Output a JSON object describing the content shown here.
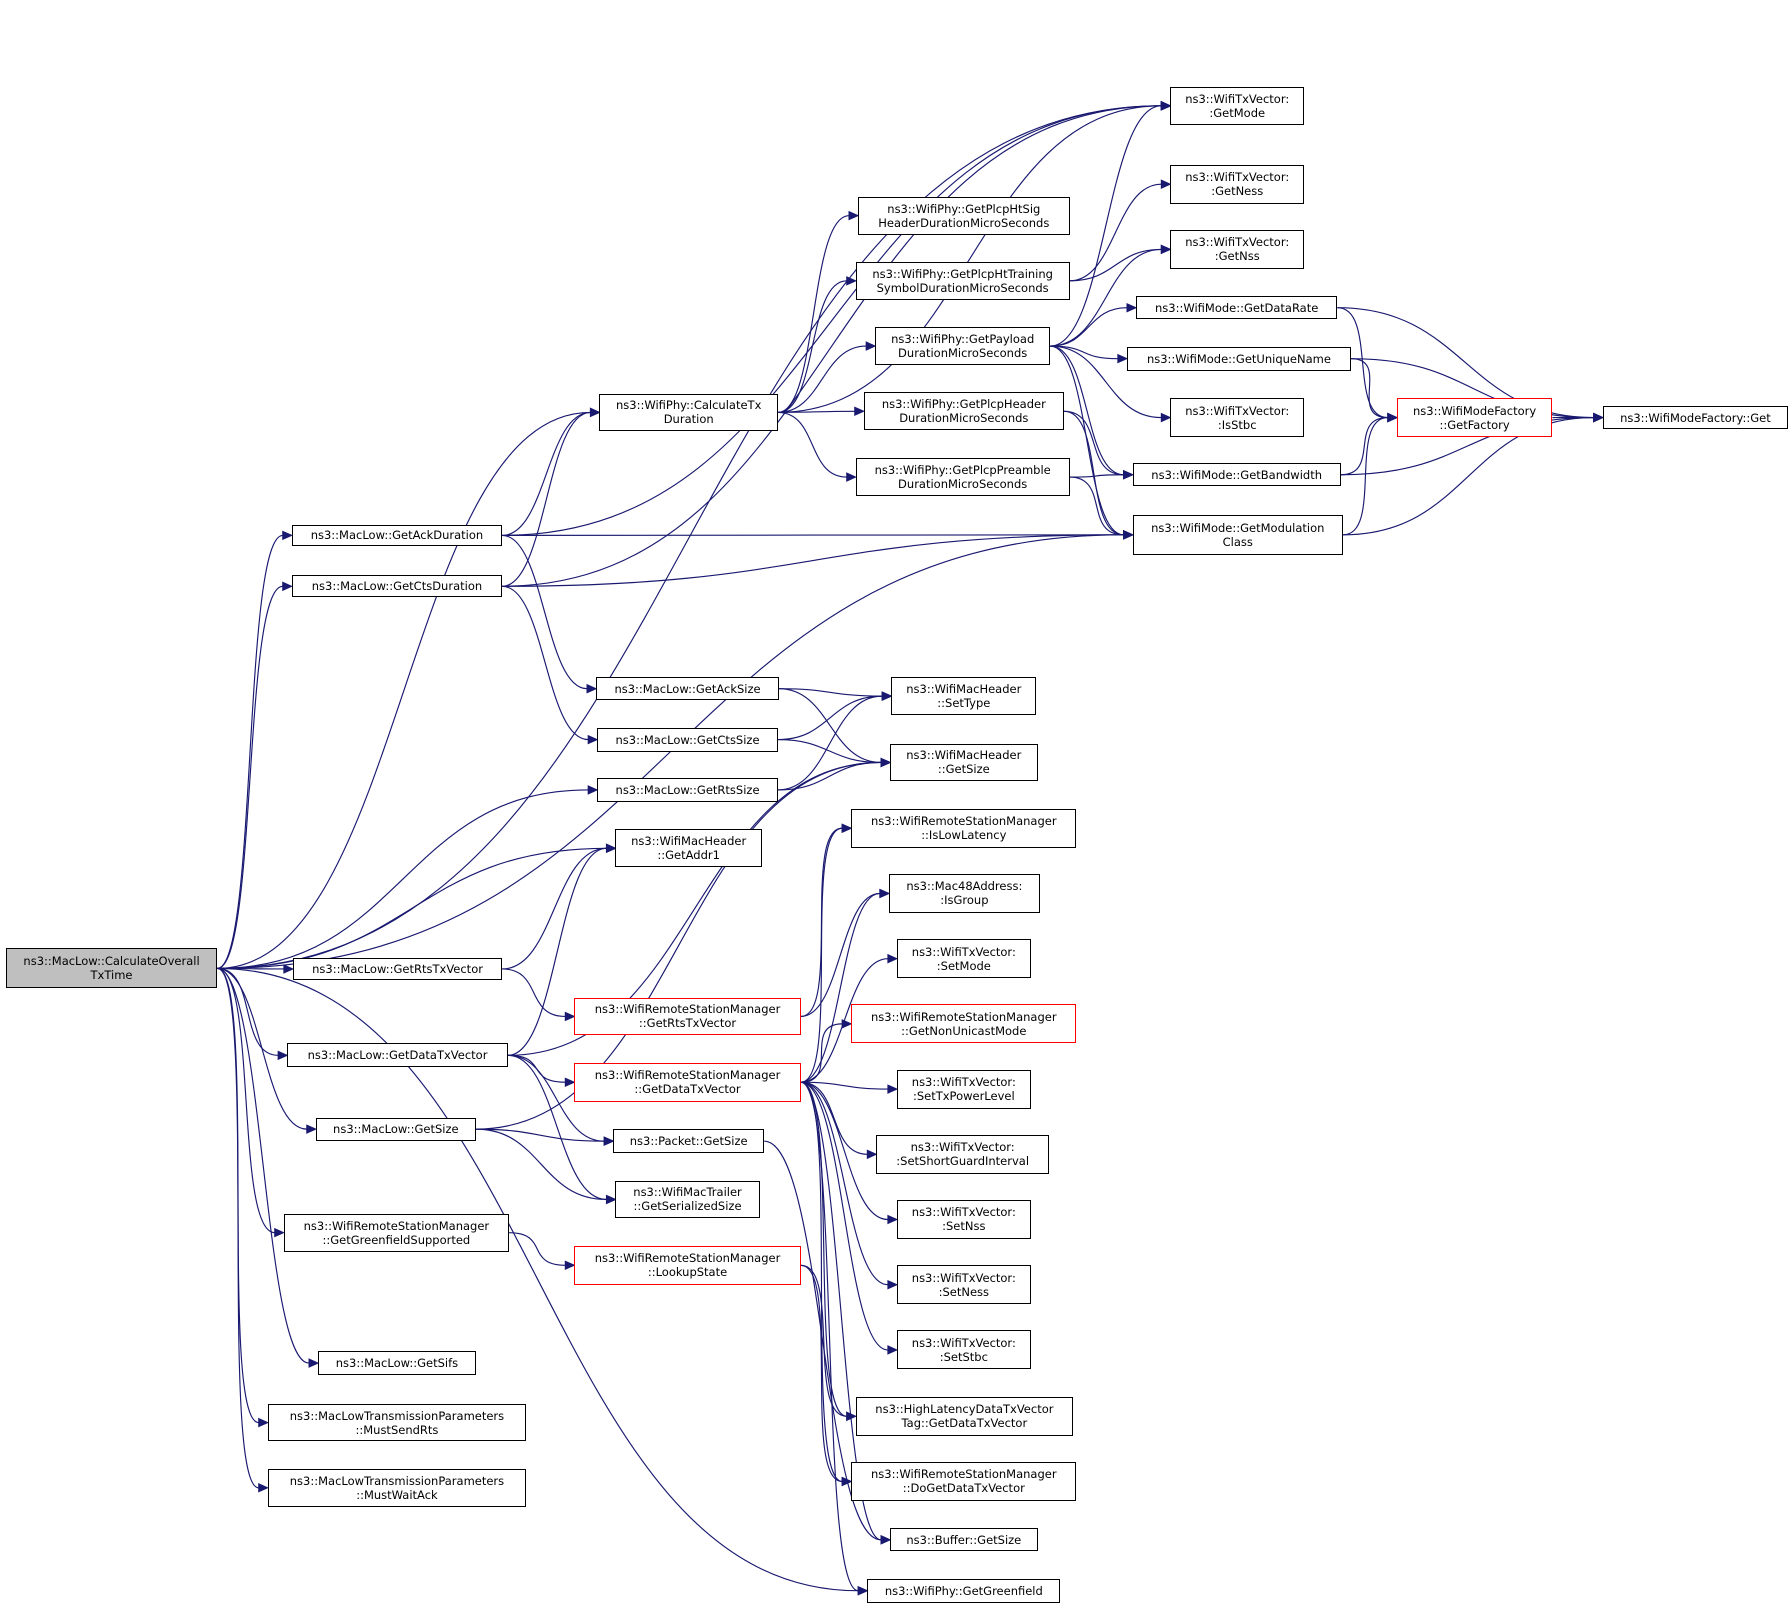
{
  "colors": {
    "edge": "#191970",
    "node_border": "#000000",
    "node_border_truncated": "#ff0000",
    "root_fill": "#bfbfbf",
    "background": "#ffffff"
  },
  "nodes": {
    "calcOverall": {
      "lines": [
        "ns3::MacLow::CalculateOverall",
        "TxTime"
      ],
      "root": true
    },
    "getAckDuration": {
      "lines": [
        "ns3::MacLow::GetAckDuration"
      ]
    },
    "getCtsDuration": {
      "lines": [
        "ns3::MacLow::GetCtsDuration"
      ]
    },
    "getRtsTxVector": {
      "lines": [
        "ns3::MacLow::GetRtsTxVector"
      ]
    },
    "getDataTxVector": {
      "lines": [
        "ns3::MacLow::GetDataTxVector"
      ]
    },
    "getSizeMacLow": {
      "lines": [
        "ns3::MacLow::GetSize"
      ]
    },
    "getGreenfieldSupported": {
      "lines": [
        "ns3::WifiRemoteStationManager",
        "::GetGreenfieldSupported"
      ]
    },
    "getSifs": {
      "lines": [
        "ns3::MacLow::GetSifs"
      ]
    },
    "mustSendRts": {
      "lines": [
        "ns3::MacLowTransmissionParameters",
        "::MustSendRts"
      ]
    },
    "mustWaitAck": {
      "lines": [
        "ns3::MacLowTransmissionParameters",
        "::MustWaitAck"
      ]
    },
    "calcTxDuration": {
      "lines": [
        "ns3::WifiPhy::CalculateTx",
        "Duration"
      ]
    },
    "getAckSize": {
      "lines": [
        "ns3::MacLow::GetAckSize"
      ]
    },
    "getCtsSize": {
      "lines": [
        "ns3::MacLow::GetCtsSize"
      ]
    },
    "getRtsSize": {
      "lines": [
        "ns3::MacLow::GetRtsSize"
      ]
    },
    "getAddr1": {
      "lines": [
        "ns3::WifiMacHeader",
        "::GetAddr1"
      ]
    },
    "wrsmGetRtsTxVector": {
      "lines": [
        "ns3::WifiRemoteStationManager",
        "::GetRtsTxVector"
      ],
      "truncated": true
    },
    "wrsmGetDataTxVector": {
      "lines": [
        "ns3::WifiRemoteStationManager",
        "::GetDataTxVector"
      ],
      "truncated": true
    },
    "packetGetSize": {
      "lines": [
        "ns3::Packet::GetSize"
      ]
    },
    "trailerGetSerializedSize": {
      "lines": [
        "ns3::WifiMacTrailer",
        "::GetSerializedSize"
      ]
    },
    "lookupState": {
      "lines": [
        "ns3::WifiRemoteStationManager",
        "::LookupState"
      ],
      "truncated": true
    },
    "getPlcpHtSig": {
      "lines": [
        "ns3::WifiPhy::GetPlcpHtSig",
        "HeaderDurationMicroSeconds"
      ]
    },
    "getPlcpHtTraining": {
      "lines": [
        "ns3::WifiPhy::GetPlcpHtTraining",
        "SymbolDurationMicroSeconds"
      ]
    },
    "getPayloadDuration": {
      "lines": [
        "ns3::WifiPhy::GetPayload",
        "DurationMicroSeconds"
      ]
    },
    "getPlcpHeaderDuration": {
      "lines": [
        "ns3::WifiPhy::GetPlcpHeader",
        "DurationMicroSeconds"
      ]
    },
    "getPlcpPreambleDuration": {
      "lines": [
        "ns3::WifiPhy::GetPlcpPreamble",
        "DurationMicroSeconds"
      ]
    },
    "setType": {
      "lines": [
        "ns3::WifiMacHeader",
        "::SetType"
      ]
    },
    "headerGetSize": {
      "lines": [
        "ns3::WifiMacHeader",
        "::GetSize"
      ]
    },
    "isLowLatency": {
      "lines": [
        "ns3::WifiRemoteStationManager",
        "::IsLowLatency"
      ]
    },
    "isGroup": {
      "lines": [
        "ns3::Mac48Address:",
        ":IsGroup"
      ]
    },
    "setMode": {
      "lines": [
        "ns3::WifiTxVector:",
        ":SetMode"
      ]
    },
    "getNonUnicastMode": {
      "lines": [
        "ns3::WifiRemoteStationManager",
        "::GetNonUnicastMode"
      ],
      "truncated": true
    },
    "setTxPowerLevel": {
      "lines": [
        "ns3::WifiTxVector:",
        ":SetTxPowerLevel"
      ]
    },
    "setShortGuardInterval": {
      "lines": [
        "ns3::WifiTxVector:",
        ":SetShortGuardInterval"
      ]
    },
    "setNss": {
      "lines": [
        "ns3::WifiTxVector:",
        ":SetNss"
      ]
    },
    "setNess": {
      "lines": [
        "ns3::WifiTxVector:",
        ":SetNess"
      ]
    },
    "setStbc": {
      "lines": [
        "ns3::WifiTxVector:",
        ":SetStbc"
      ]
    },
    "highLatencyTag": {
      "lines": [
        "ns3::HighLatencyDataTxVector",
        "Tag::GetDataTxVector"
      ]
    },
    "doGetDataTxVector": {
      "lines": [
        "ns3::WifiRemoteStationManager",
        "::DoGetDataTxVector"
      ]
    },
    "bufferGetSize": {
      "lines": [
        "ns3::Buffer::GetSize"
      ]
    },
    "getGreenfield": {
      "lines": [
        "ns3::WifiPhy::GetGreenfield"
      ]
    },
    "txvGetMode": {
      "lines": [
        "ns3::WifiTxVector:",
        ":GetMode"
      ]
    },
    "txvGetNess": {
      "lines": [
        "ns3::WifiTxVector:",
        ":GetNess"
      ]
    },
    "txvGetNss": {
      "lines": [
        "ns3::WifiTxVector:",
        ":GetNss"
      ]
    },
    "txvIsStbc": {
      "lines": [
        "ns3::WifiTxVector:",
        ":IsStbc"
      ]
    },
    "modeGetDataRate": {
      "lines": [
        "ns3::WifiMode::GetDataRate"
      ]
    },
    "modeGetUniqueName": {
      "lines": [
        "ns3::WifiMode::GetUniqueName"
      ]
    },
    "modeGetBandwidth": {
      "lines": [
        "ns3::WifiMode::GetBandwidth"
      ]
    },
    "modeGetModulationClass": {
      "lines": [
        "ns3::WifiMode::GetModulation",
        "Class"
      ]
    },
    "modeFactoryGetFactory": {
      "lines": [
        "ns3::WifiModeFactory",
        "::GetFactory"
      ],
      "truncated": true
    },
    "modeFactoryGet": {
      "lines": [
        "ns3::WifiModeFactory::Get"
      ]
    }
  },
  "edges": [
    [
      "calcOverall",
      "txvGetMode"
    ],
    [
      "calcOverall",
      "calcTxDuration"
    ],
    [
      "calcOverall",
      "getAckDuration"
    ],
    [
      "calcOverall",
      "getCtsDuration"
    ],
    [
      "calcOverall",
      "modeGetModulationClass"
    ],
    [
      "calcOverall",
      "getRtsSize"
    ],
    [
      "calcOverall",
      "getAddr1"
    ],
    [
      "calcOverall",
      "getRtsTxVector"
    ],
    [
      "calcOverall",
      "getDataTxVector"
    ],
    [
      "calcOverall",
      "getSizeMacLow"
    ],
    [
      "calcOverall",
      "getGreenfieldSupported"
    ],
    [
      "calcOverall",
      "getSifs"
    ],
    [
      "calcOverall",
      "mustSendRts"
    ],
    [
      "calcOverall",
      "mustWaitAck"
    ],
    [
      "calcOverall",
      "getGreenfield"
    ],
    [
      "getAckDuration",
      "txvGetMode"
    ],
    [
      "getAckDuration",
      "calcTxDuration"
    ],
    [
      "getAckDuration",
      "modeGetModulationClass"
    ],
    [
      "getAckDuration",
      "getAckSize"
    ],
    [
      "getCtsDuration",
      "txvGetMode"
    ],
    [
      "getCtsDuration",
      "calcTxDuration"
    ],
    [
      "getCtsDuration",
      "modeGetModulationClass"
    ],
    [
      "getCtsDuration",
      "getCtsSize"
    ],
    [
      "calcTxDuration",
      "txvGetMode"
    ],
    [
      "calcTxDuration",
      "getPlcpHtSig"
    ],
    [
      "calcTxDuration",
      "getPlcpHtTraining"
    ],
    [
      "calcTxDuration",
      "getPayloadDuration"
    ],
    [
      "calcTxDuration",
      "getPlcpHeaderDuration"
    ],
    [
      "calcTxDuration",
      "getPlcpPreambleDuration"
    ],
    [
      "getPlcpHtTraining",
      "txvGetNess"
    ],
    [
      "getPlcpHtTraining",
      "txvGetNss"
    ],
    [
      "getPayloadDuration",
      "txvGetMode"
    ],
    [
      "getPayloadDuration",
      "txvGetNss"
    ],
    [
      "getPayloadDuration",
      "modeGetDataRate"
    ],
    [
      "getPayloadDuration",
      "modeGetUniqueName"
    ],
    [
      "getPayloadDuration",
      "txvIsStbc"
    ],
    [
      "getPayloadDuration",
      "modeGetBandwidth"
    ],
    [
      "getPayloadDuration",
      "modeGetModulationClass"
    ],
    [
      "getPlcpHeaderDuration",
      "modeGetBandwidth"
    ],
    [
      "getPlcpHeaderDuration",
      "modeGetModulationClass"
    ],
    [
      "getPlcpPreambleDuration",
      "modeGetBandwidth"
    ],
    [
      "getPlcpPreambleDuration",
      "modeGetModulationClass"
    ],
    [
      "modeGetDataRate",
      "modeFactoryGetFactory"
    ],
    [
      "modeGetDataRate",
      "modeFactoryGet"
    ],
    [
      "modeGetUniqueName",
      "modeFactoryGetFactory"
    ],
    [
      "modeGetUniqueName",
      "modeFactoryGet"
    ],
    [
      "modeGetBandwidth",
      "modeFactoryGetFactory"
    ],
    [
      "modeGetBandwidth",
      "modeFactoryGet"
    ],
    [
      "modeGetModulationClass",
      "modeFactoryGetFactory"
    ],
    [
      "modeGetModulationClass",
      "modeFactoryGet"
    ],
    [
      "modeFactoryGetFactory",
      "modeFactoryGet"
    ],
    [
      "getAckSize",
      "setType"
    ],
    [
      "getAckSize",
      "headerGetSize"
    ],
    [
      "getCtsSize",
      "setType"
    ],
    [
      "getCtsSize",
      "headerGetSize"
    ],
    [
      "getRtsSize",
      "setType"
    ],
    [
      "getRtsSize",
      "headerGetSize"
    ],
    [
      "getRtsTxVector",
      "getAddr1"
    ],
    [
      "getRtsTxVector",
      "wrsmGetRtsTxVector"
    ],
    [
      "getDataTxVector",
      "getAddr1"
    ],
    [
      "getDataTxVector",
      "wrsmGetDataTxVector"
    ],
    [
      "getDataTxVector",
      "packetGetSize"
    ],
    [
      "getDataTxVector",
      "trailerGetSerializedSize"
    ],
    [
      "getDataTxVector",
      "headerGetSize"
    ],
    [
      "getSizeMacLow",
      "headerGetSize"
    ],
    [
      "getSizeMacLow",
      "packetGetSize"
    ],
    [
      "getSizeMacLow",
      "trailerGetSerializedSize"
    ],
    [
      "getGreenfieldSupported",
      "lookupState"
    ],
    [
      "wrsmGetRtsTxVector",
      "isLowLatency"
    ],
    [
      "wrsmGetRtsTxVector",
      "isGroup"
    ],
    [
      "wrsmGetDataTxVector",
      "isLowLatency"
    ],
    [
      "wrsmGetDataTxVector",
      "isGroup"
    ],
    [
      "wrsmGetDataTxVector",
      "setMode"
    ],
    [
      "wrsmGetDataTxVector",
      "getNonUnicastMode"
    ],
    [
      "wrsmGetDataTxVector",
      "setTxPowerLevel"
    ],
    [
      "wrsmGetDataTxVector",
      "setShortGuardInterval"
    ],
    [
      "wrsmGetDataTxVector",
      "setNss"
    ],
    [
      "wrsmGetDataTxVector",
      "setNess"
    ],
    [
      "wrsmGetDataTxVector",
      "setStbc"
    ],
    [
      "wrsmGetDataTxVector",
      "highLatencyTag"
    ],
    [
      "wrsmGetDataTxVector",
      "doGetDataTxVector"
    ],
    [
      "wrsmGetDataTxVector",
      "bufferGetSize"
    ],
    [
      "wrsmGetDataTxVector",
      "getGreenfield"
    ],
    [
      "packetGetSize",
      "bufferGetSize"
    ],
    [
      "lookupState",
      "doGetDataTxVector"
    ],
    [
      "lookupState",
      "highLatencyTag"
    ]
  ]
}
